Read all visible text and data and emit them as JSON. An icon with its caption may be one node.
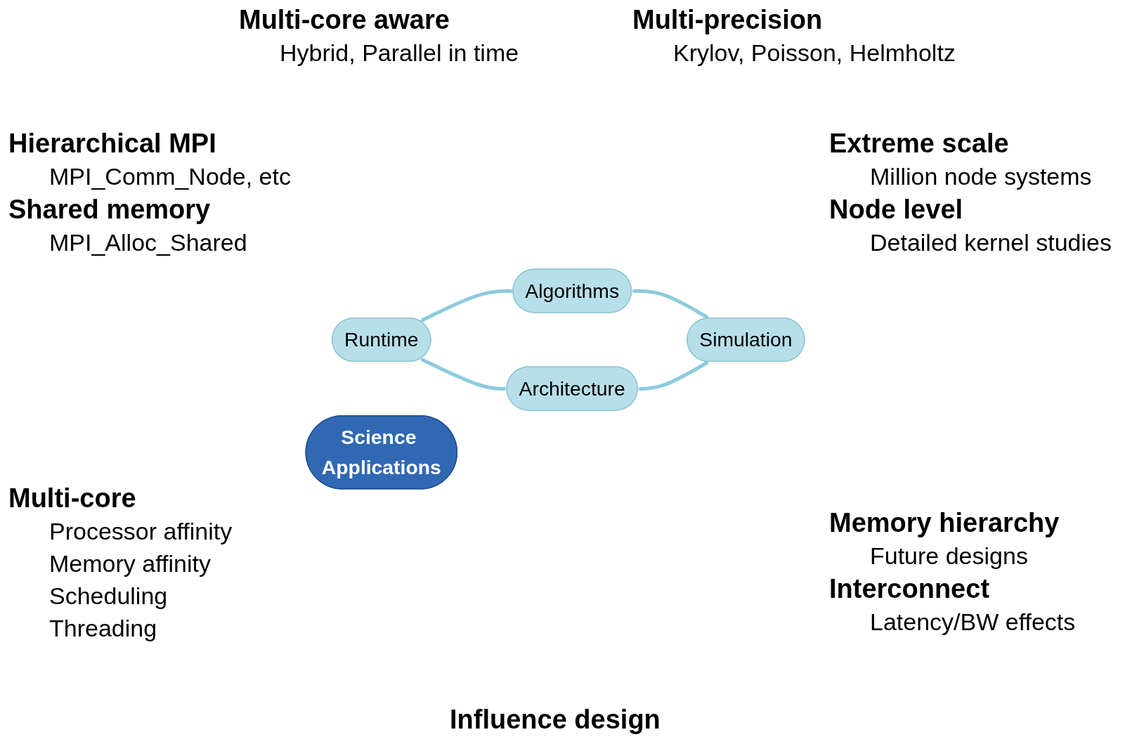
{
  "diagram": {
    "nodes": [
      {
        "text": [
          "Algorithms"
        ]
      },
      {
        "text": [
          "Runtime"
        ]
      },
      {
        "text": [
          "Science Applications"
        ]
      },
      {
        "text": [
          "Simulation"
        ]
      },
      {
        "text": [
          "Architecture"
        ]
      }
    ],
    "edges": [
      {
        "from": 1,
        "to": 0,
        "arrow": "both"
      },
      {
        "from": 0,
        "to": 3,
        "arrow": "both"
      },
      {
        "from": 4,
        "to": 3,
        "arrow": "both"
      },
      {
        "from": 1,
        "to": 4,
        "arrow": "both"
      }
    ],
    "labels": [
      "Multi-core aware",
      "Hybrid, Parallel in time",
      "Multi-precision",
      "Krylov, Poisson, Helmholtz",
      "Hierarchical MPI",
      "MPI_Comm_Node, etc",
      "Extreme scale",
      "Million node systems",
      "Shared memory",
      "MPI_Alloc_Shared",
      "Node level",
      "Detailed kernel studies",
      "Multi-core",
      "Processor affinity",
      "Memory affinity",
      "Scheduling",
      "Threading",
      "Memory hierarchy",
      "Future designs",
      "Interconnect",
      "Latency/BW effects",
      "Influence design"
    ]
  }
}
